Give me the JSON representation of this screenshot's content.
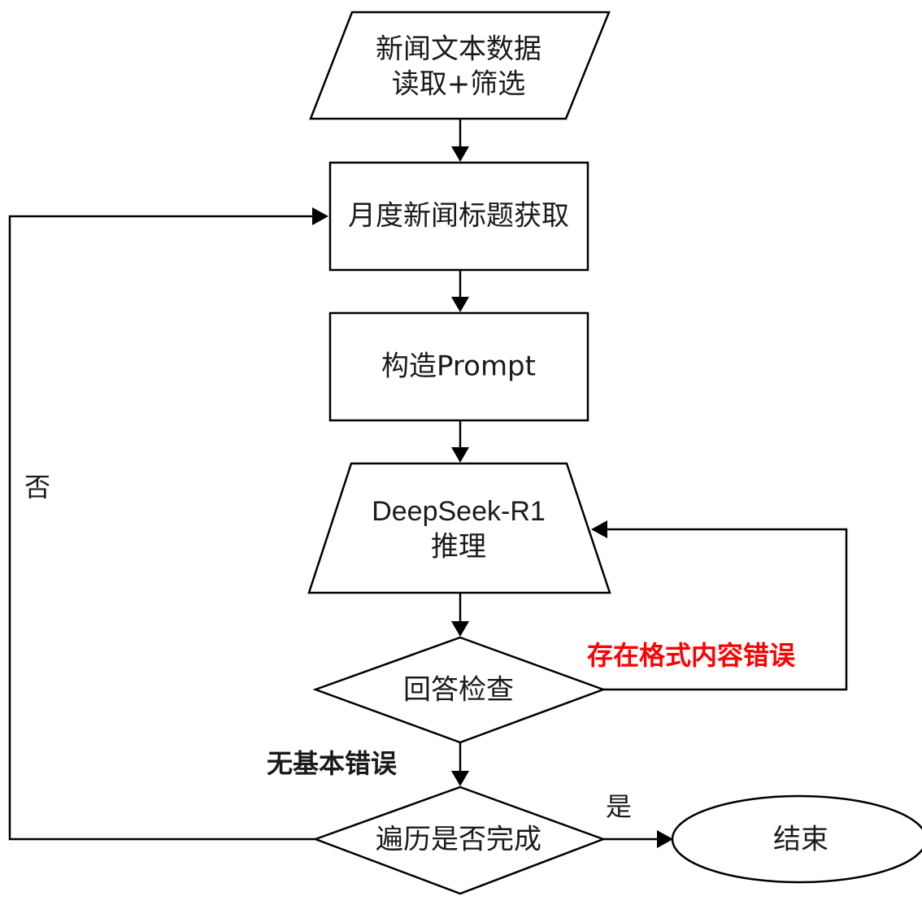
{
  "diagram": {
    "type": "flowchart",
    "nodes": {
      "input": {
        "shape": "parallelogram",
        "line1": "新闻文本数据",
        "line2": "读取+筛选"
      },
      "get_titles": {
        "shape": "rectangle",
        "text": "月度新闻标题获取"
      },
      "build_prompt": {
        "shape": "rectangle",
        "text": "构造Prompt"
      },
      "inference": {
        "shape": "trapezoid",
        "line1": "DeepSeek-R1",
        "line2": "推理"
      },
      "check_answer": {
        "shape": "diamond",
        "text": "回答检查"
      },
      "traverse_done": {
        "shape": "diamond",
        "text": "遍历是否完成"
      },
      "end": {
        "shape": "ellipse",
        "text": "结束"
      }
    },
    "edge_labels": {
      "format_error": {
        "text": "存在格式内容错误",
        "color": "#ff0000"
      },
      "no_error": {
        "text": "无基本错误"
      },
      "yes": {
        "text": "是"
      },
      "no": {
        "text": "否"
      }
    },
    "edges": [
      {
        "from": "input",
        "to": "get_titles"
      },
      {
        "from": "get_titles",
        "to": "build_prompt"
      },
      {
        "from": "build_prompt",
        "to": "inference"
      },
      {
        "from": "inference",
        "to": "check_answer"
      },
      {
        "from": "check_answer",
        "to": "inference",
        "label": "存在格式内容错误"
      },
      {
        "from": "check_answer",
        "to": "traverse_done",
        "label": "无基本错误"
      },
      {
        "from": "traverse_done",
        "to": "end",
        "label": "是"
      },
      {
        "from": "traverse_done",
        "to": "get_titles",
        "label": "否"
      }
    ]
  }
}
